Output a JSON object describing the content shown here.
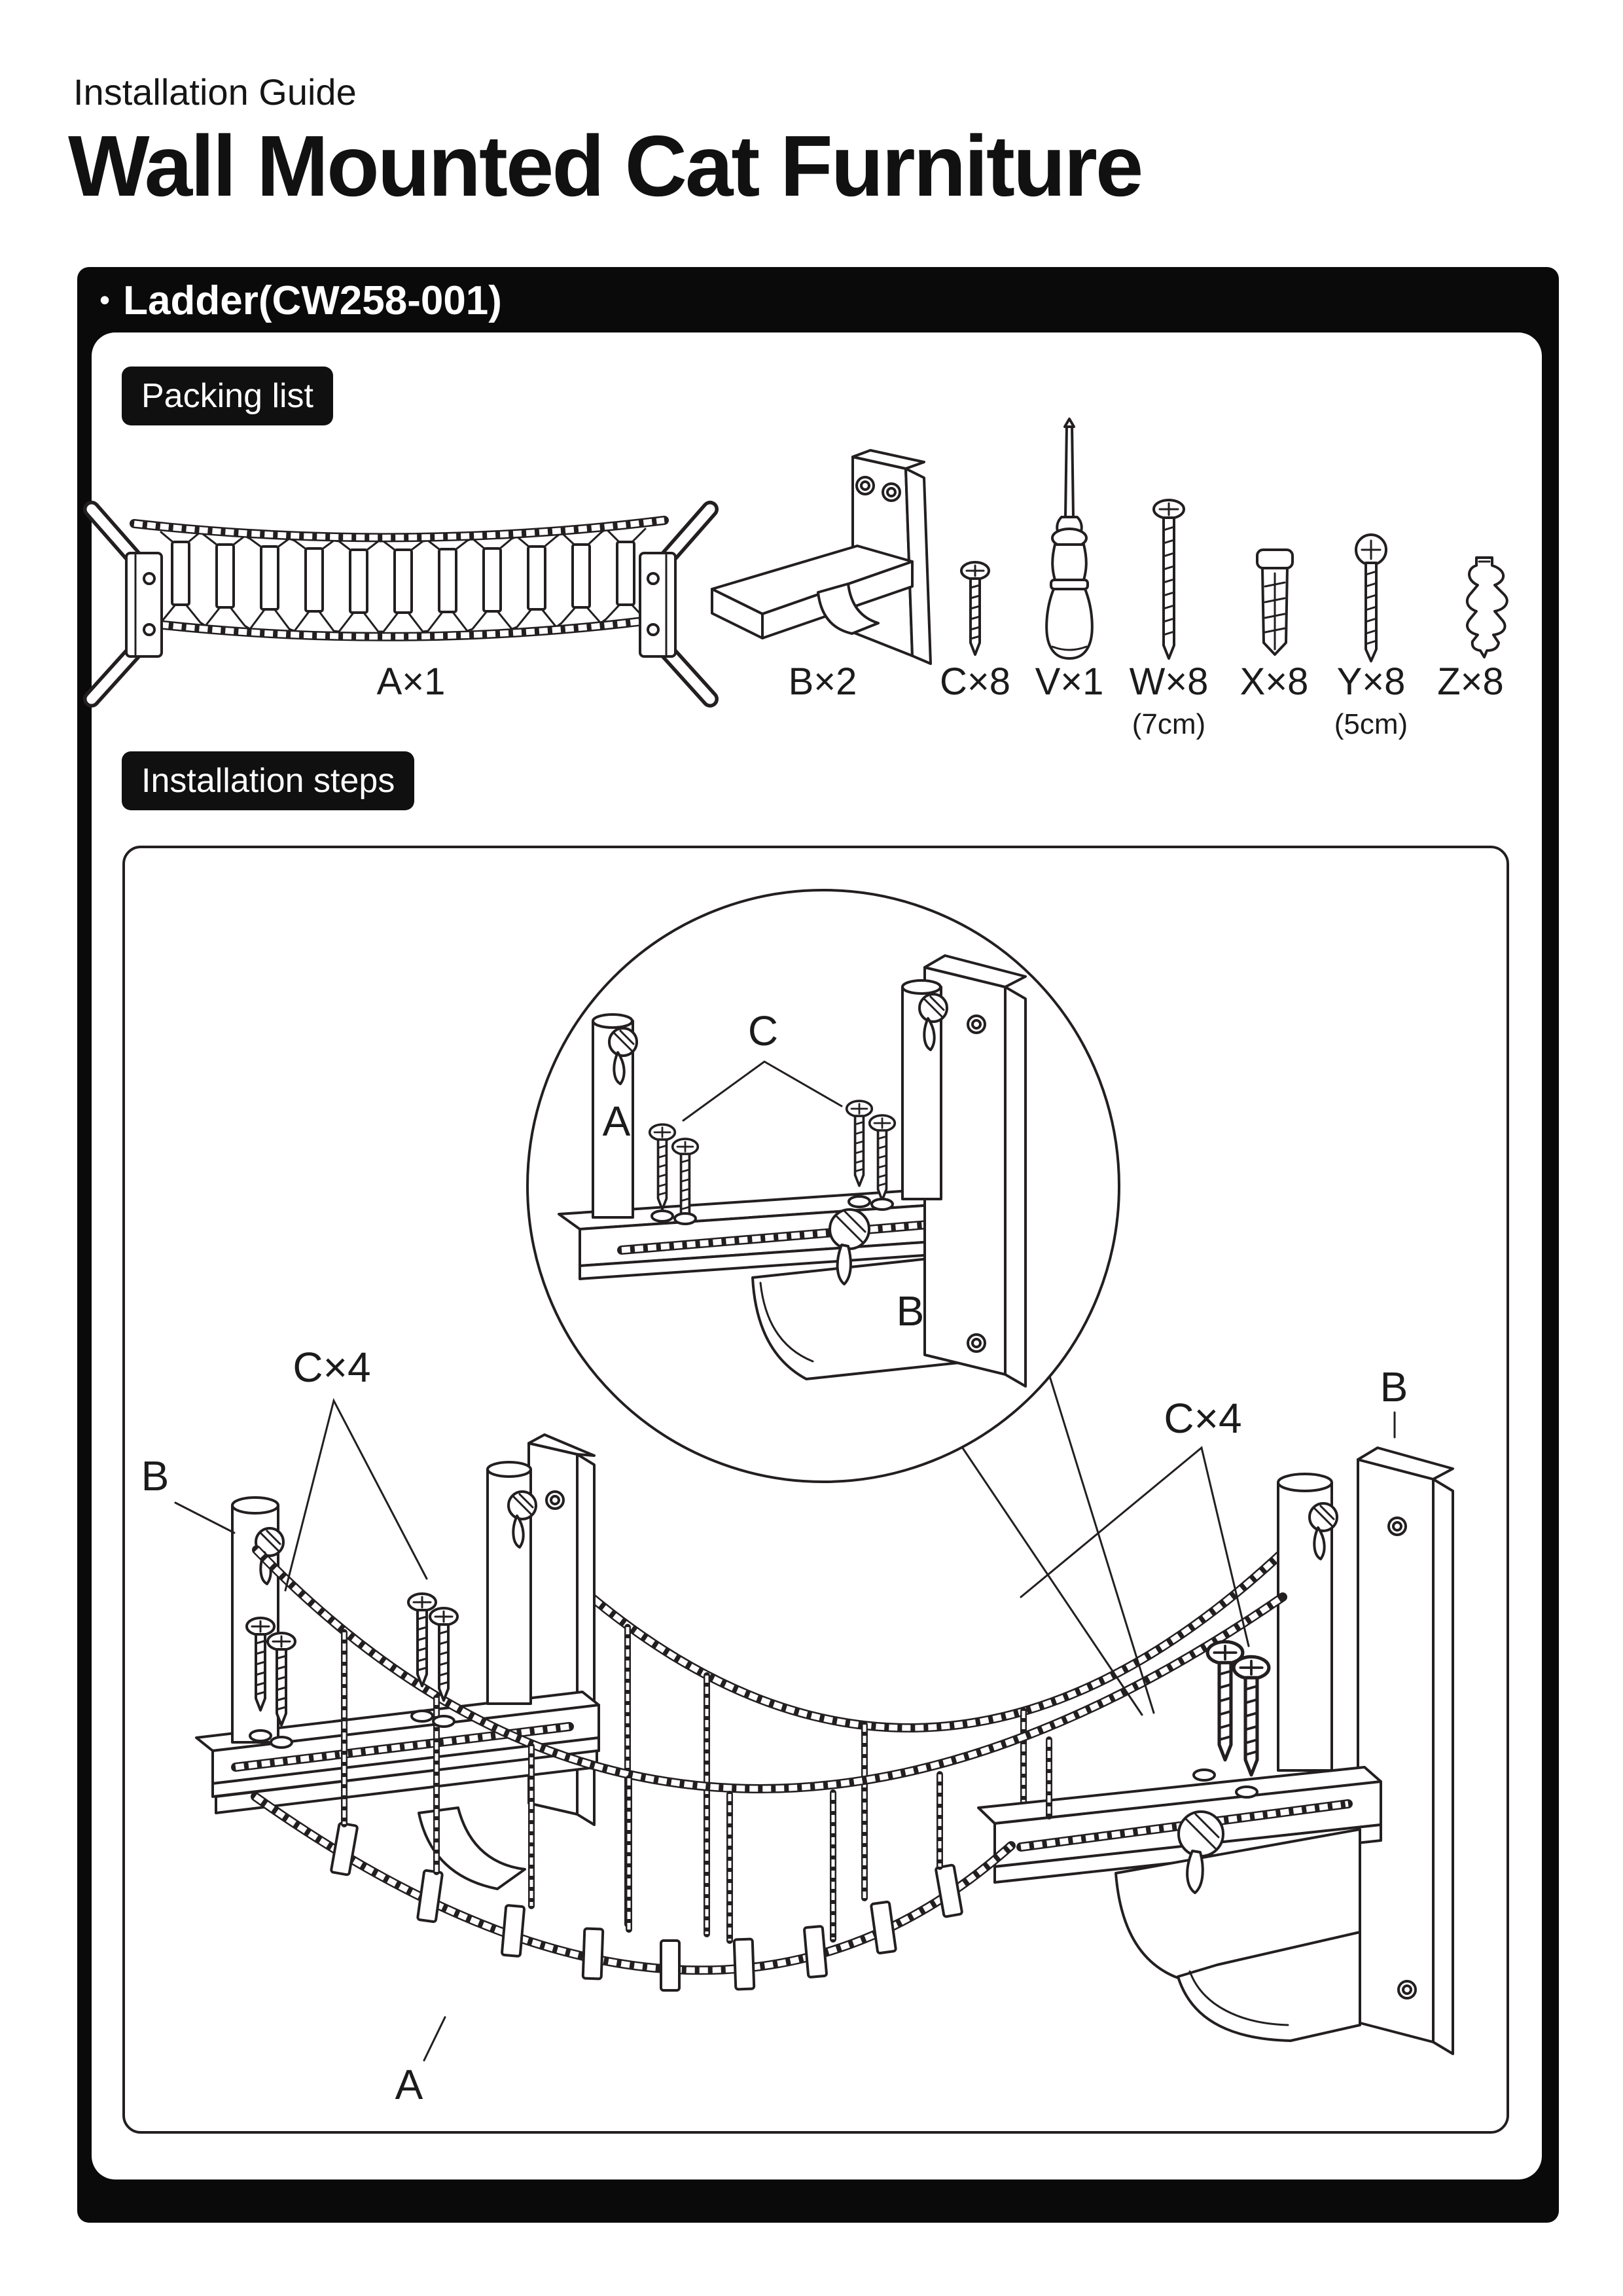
{
  "header": {
    "kicker": "Installation Guide",
    "title": "Wall Mounted Cat Furniture"
  },
  "product": {
    "bullet": "•",
    "name": "Ladder(CW258-001)"
  },
  "sections": {
    "packing": "Packing list",
    "steps": "Installation steps"
  },
  "packing_list": {
    "items": [
      {
        "part": "A",
        "qty": 1,
        "label": "A×1",
        "icon": "rope-ladder"
      },
      {
        "part": "B",
        "qty": 2,
        "label": "B×2",
        "icon": "wall-bracket"
      },
      {
        "part": "C",
        "qty": 8,
        "label": "C×8",
        "icon": "short-screw"
      },
      {
        "part": "V",
        "qty": 1,
        "label": "V×1",
        "icon": "screwdriver"
      },
      {
        "part": "W",
        "qty": 8,
        "label": "W×8",
        "note": "(7cm)",
        "icon": "long-screw"
      },
      {
        "part": "X",
        "qty": 8,
        "label": "X×8",
        "icon": "wall-anchor"
      },
      {
        "part": "Y",
        "qty": 8,
        "label": "Y×8",
        "note": "(5cm)",
        "icon": "medium-screw"
      },
      {
        "part": "Z",
        "qty": 8,
        "label": "Z×8",
        "icon": "self-drilling-anchor"
      }
    ]
  },
  "diagram_labels": {
    "detail_c": "C",
    "detail_a": "A",
    "detail_b": "B",
    "left_c4": "C×4",
    "left_b": "B",
    "right_c4": "C×4",
    "right_b": "B",
    "bottom_a": "A"
  },
  "colors": {
    "ink": "#231f20",
    "panel": "#0a0a0a",
    "paper": "#ffffff"
  }
}
